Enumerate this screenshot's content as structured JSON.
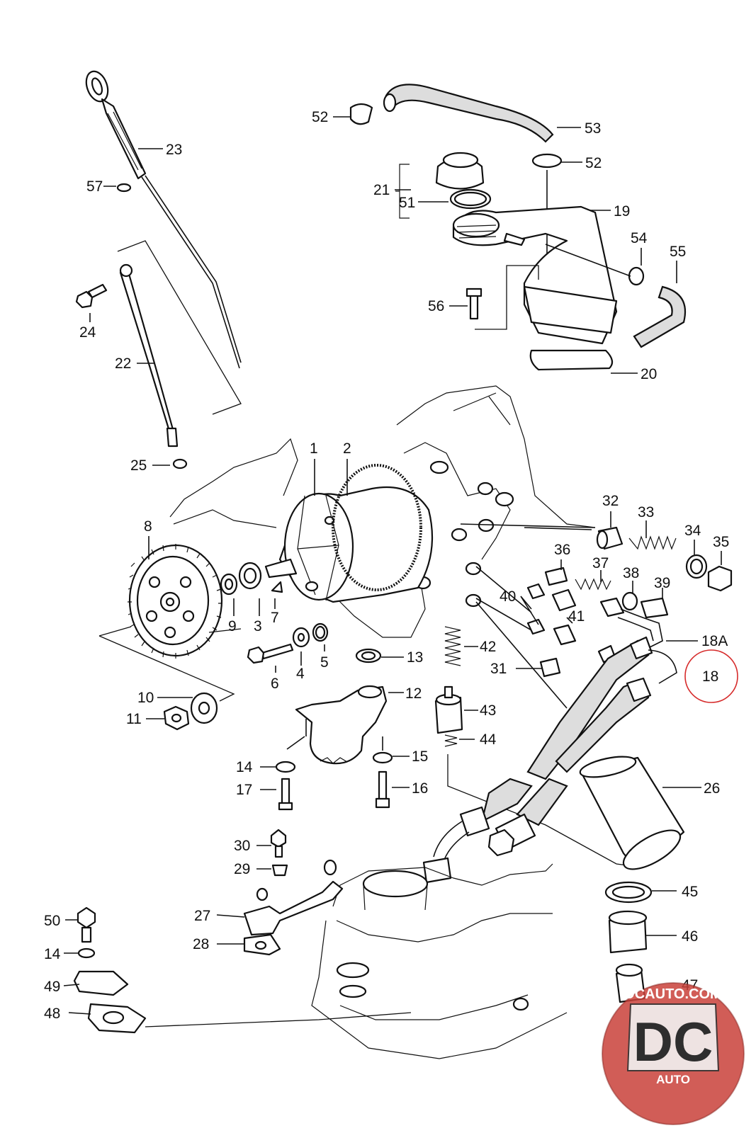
{
  "labels": {
    "p1": "1",
    "p2": "2",
    "p3": "3",
    "p4": "4",
    "p5": "5",
    "p6": "6",
    "p7": "7",
    "p8": "8",
    "p9": "9",
    "p10": "10",
    "p11": "11",
    "p12": "12",
    "p13": "13",
    "p14a": "14",
    "p14b": "14",
    "p15": "15",
    "p16": "16",
    "p17": "17",
    "p18": "18",
    "p18a": "18A",
    "p19": "19",
    "p20": "20",
    "p21": "21",
    "p22": "22",
    "p23": "23",
    "p24": "24",
    "p25": "25",
    "p26": "26",
    "p27": "27",
    "p28": "28",
    "p29": "29",
    "p30": "30",
    "p31": "31",
    "p32": "32",
    "p33": "33",
    "p34": "34",
    "p35": "35",
    "p36": "36",
    "p37": "37",
    "p38": "38",
    "p39": "39",
    "p40": "40",
    "p41": "41",
    "p42": "42",
    "p43": "43",
    "p44": "44",
    "p45": "45",
    "p46": "46",
    "p47": "47",
    "p48": "48",
    "p49": "49",
    "p50": "50",
    "p51": "51",
    "p52a": "52",
    "p52b": "52",
    "p53": "53",
    "p54": "54",
    "p55": "55",
    "p56": "56",
    "p57": "57"
  },
  "highlight": {
    "part": "18",
    "color": "#d62b2b"
  },
  "watermark": {
    "site": "DCAUTO.COM",
    "logo": "DC",
    "sub": "AUTO",
    "colors": {
      "badge": "#c9413a",
      "letters": "#ffffff"
    }
  }
}
